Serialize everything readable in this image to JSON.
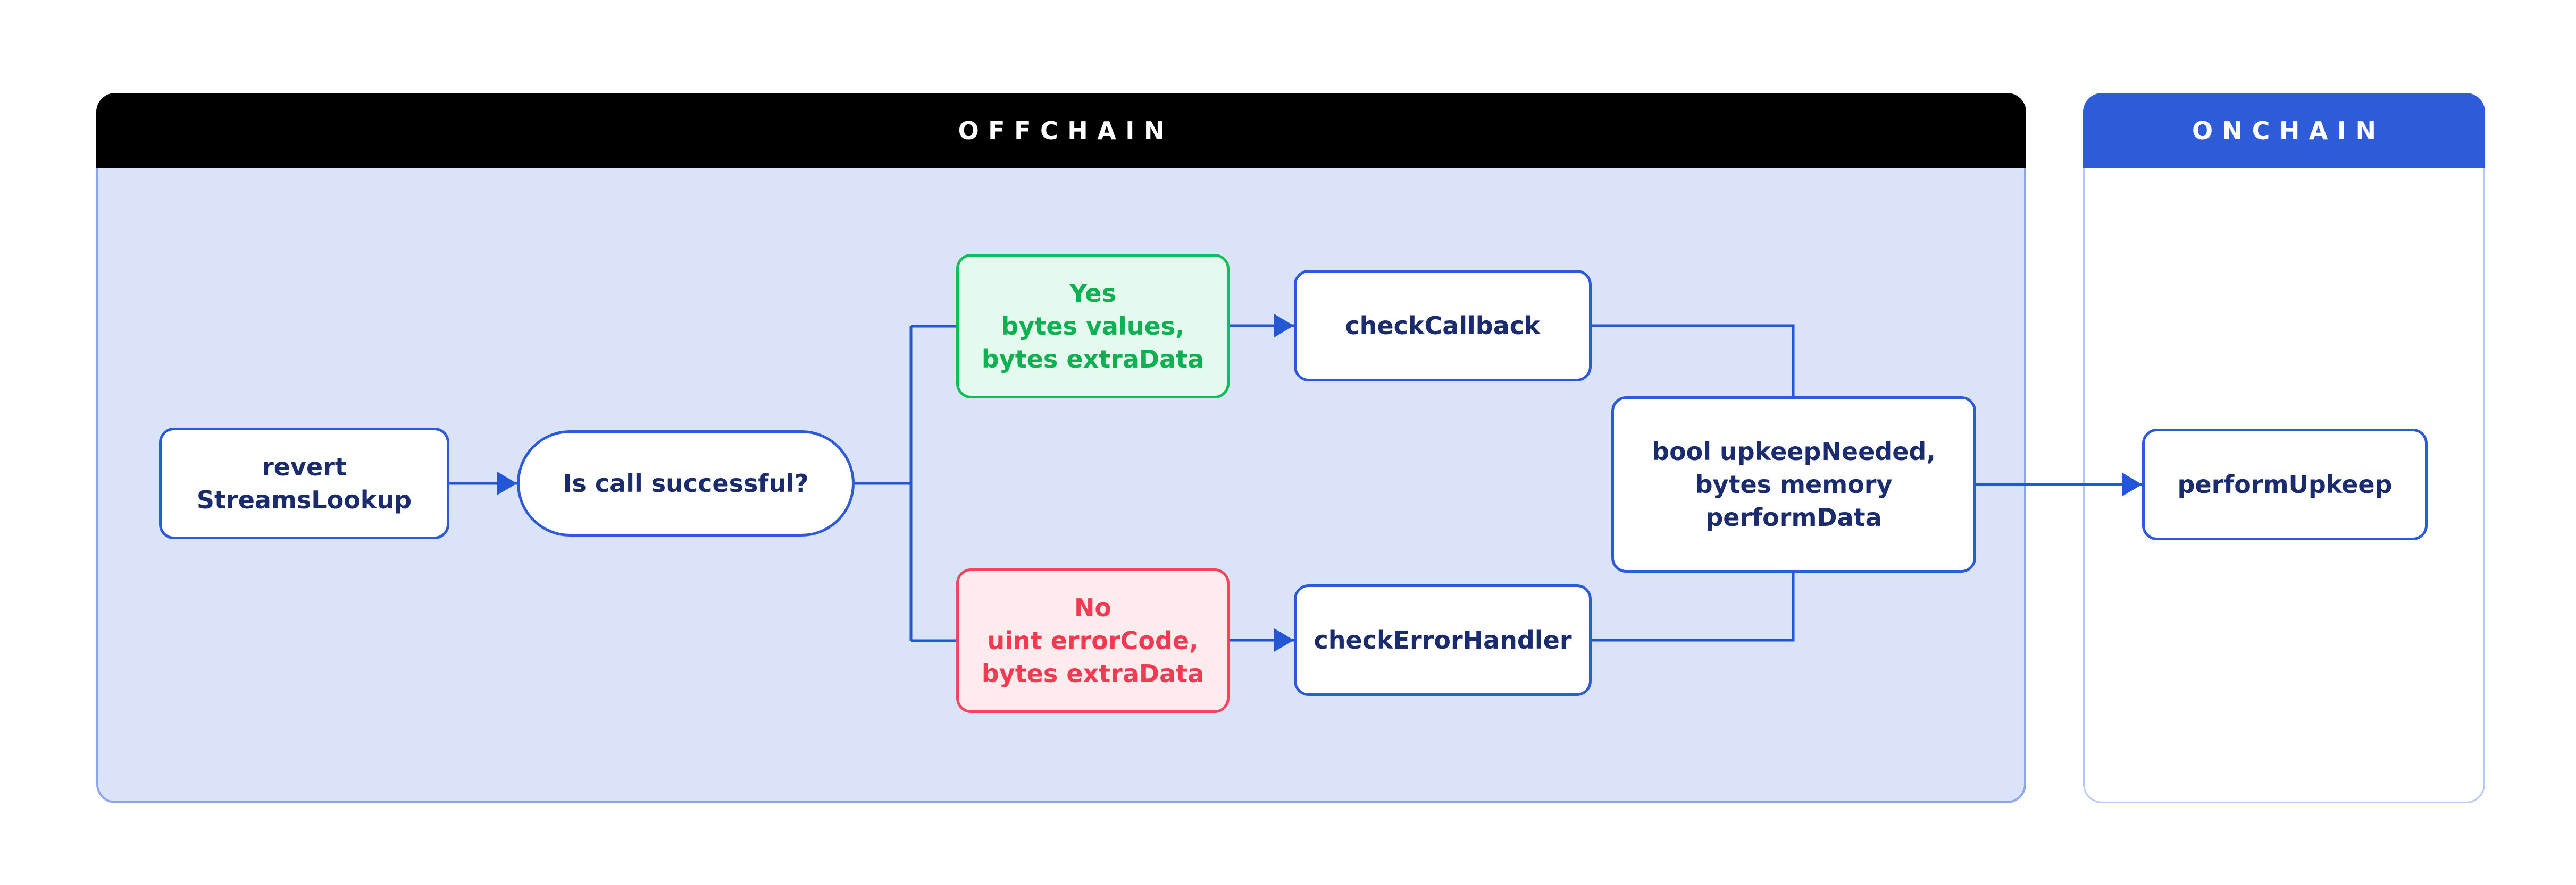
{
  "panels": {
    "offchain": {
      "title": "OFFCHAIN"
    },
    "onchain": {
      "title": "ONCHAIN"
    }
  },
  "nodes": {
    "revert": {
      "lines": [
        "revert",
        "StreamsLookup"
      ]
    },
    "decision": {
      "label": "Is call successful?"
    },
    "yes_branch": {
      "lines": [
        "Yes",
        "bytes values,",
        "bytes extraData"
      ]
    },
    "check_callback": {
      "label": "checkCallback"
    },
    "no_branch": {
      "lines": [
        "No",
        "uint errorCode,",
        "bytes extraData"
      ]
    },
    "check_error_handler": {
      "label": "checkErrorHandler"
    },
    "output": {
      "lines": [
        "bool upkeepNeeded,",
        "bytes memory",
        "performData"
      ]
    },
    "perform_upkeep": {
      "label": "performUpkeep"
    }
  },
  "colors": {
    "offchain_header_bg": "#000000",
    "offchain_header_text": "#ffffff",
    "offchain_body_bg": "#dae3f8",
    "offchain_body_border": "#8ba6ea",
    "onchain_header_bg": "#2e5bd8",
    "onchain_header_text": "#ffffff",
    "onchain_body_bg": "#ffffff",
    "onchain_body_border": "#b9c7f3",
    "node_border": "#2d5ad8",
    "node_bg": "#ffffff",
    "node_text": "#1b2c6e",
    "yes_bg": "#e4faee",
    "yes_border": "#10bd58",
    "yes_text": "#0fb052",
    "no_bg": "#fdebee",
    "no_border": "#f2455e",
    "no_text": "#f23a52",
    "connector": "#2456d8",
    "page_bg": "#ffffff"
  }
}
